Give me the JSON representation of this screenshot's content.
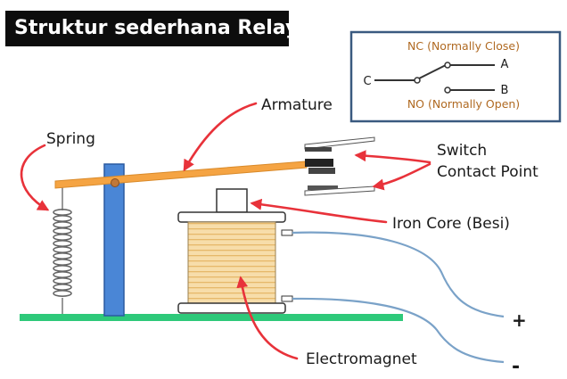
{
  "title": "Struktur sederhana Relay",
  "labels": {
    "armature": "Armature",
    "spring": "Spring",
    "switch_line1": "Switch",
    "switch_line2": "Contact Point",
    "iron_core": "Iron Core (Besi)",
    "electromagnet": "Electromagnet",
    "plus": "+",
    "minus": "-"
  },
  "inset": {
    "nc": "NC (Normally Close)",
    "no": "NO (Normally Open)",
    "c": "C",
    "a": "A",
    "b": "B"
  },
  "colors": {
    "arrow": "#e8323a",
    "armature": "#f5a443",
    "pivot_post": "#4a86d6",
    "base": "#2ec97a",
    "wire": "#7aa2c8",
    "coil": "#f3d39b",
    "inset_border": "#3a5a80",
    "inset_text": "#b06a22"
  }
}
